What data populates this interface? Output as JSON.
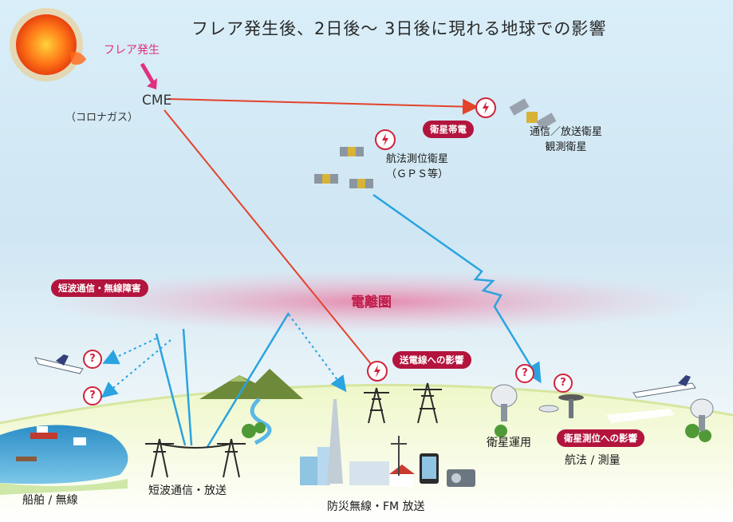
{
  "title": "フレア発生後、2日後〜 3日後に現れる地球での影響",
  "flare": "フレア発生",
  "cme": "CME",
  "cme_sub": "（コロナガス）",
  "satellites": {
    "comm_line1": "通信／放送衛星",
    "comm_line2": "観測衛星",
    "nav_line1": "航法測位衛星",
    "nav_line2": "（ＧＰＳ等）"
  },
  "ionosphere": "電離圏",
  "badges": {
    "charging": "衛星帯電",
    "shortwave": "短波通信・無線障害",
    "powerline": "送電線への影響",
    "positioning": "衛星測位への影響"
  },
  "ground": {
    "ship": "船舶 / 無線",
    "shortwave": "短波通信・放送",
    "disaster": "防災無線・FM 放送",
    "sat_ops": "衛星運用",
    "nav": "航法 / 測量"
  },
  "question_mark": "?",
  "colors": {
    "accent_red": "#d0233c",
    "badge_red": "#b3143d",
    "cme_line": "#e3432b",
    "signal_blue": "#2aa3e0",
    "flare_pink": "#e0307f"
  }
}
